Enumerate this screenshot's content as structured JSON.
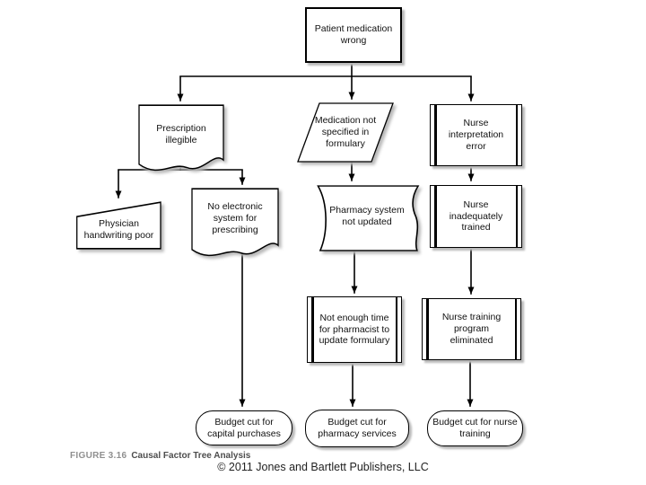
{
  "figure": {
    "caption_label": "FIGURE 3.16",
    "caption_title": "Causal Factor Tree Analysis",
    "copyright": "© 2011 Jones and Bartlett Publishers, LLC"
  },
  "colors": {
    "line": "#000000",
    "node_fill": "#ffffff",
    "shadow": "#b9b9b9",
    "caption_label": "#8f8f8f",
    "caption_title": "#4d4d4d"
  },
  "nodes": {
    "root": {
      "label": "Patient medication wrong"
    },
    "prescription_illegible": {
      "label": "Prescription illegible"
    },
    "medication_not_specified": {
      "label": "Medication not specified in formulary"
    },
    "nurse_interpretation_error": {
      "label": "Nurse interpretation error"
    },
    "physician_handwriting_poor": {
      "label": "Physician handwriting poor"
    },
    "no_electronic_system": {
      "label": "No electronic system for prescribing"
    },
    "pharmacy_system_not_updated": {
      "label": "Pharmacy system not updated"
    },
    "nurse_inadequately_trained": {
      "label": "Nurse inadequately trained"
    },
    "not_enough_time": {
      "label": "Not enough time for pharmacist to update formulary"
    },
    "nurse_training_eliminated": {
      "label": "Nurse training program eliminated"
    },
    "budget_cut_capital": {
      "label": "Budget cut for capital purchases"
    },
    "budget_cut_pharmacy": {
      "label": "Budget cut for pharmacy services"
    },
    "budget_cut_nurse": {
      "label": "Budget cut for nurse training"
    }
  }
}
